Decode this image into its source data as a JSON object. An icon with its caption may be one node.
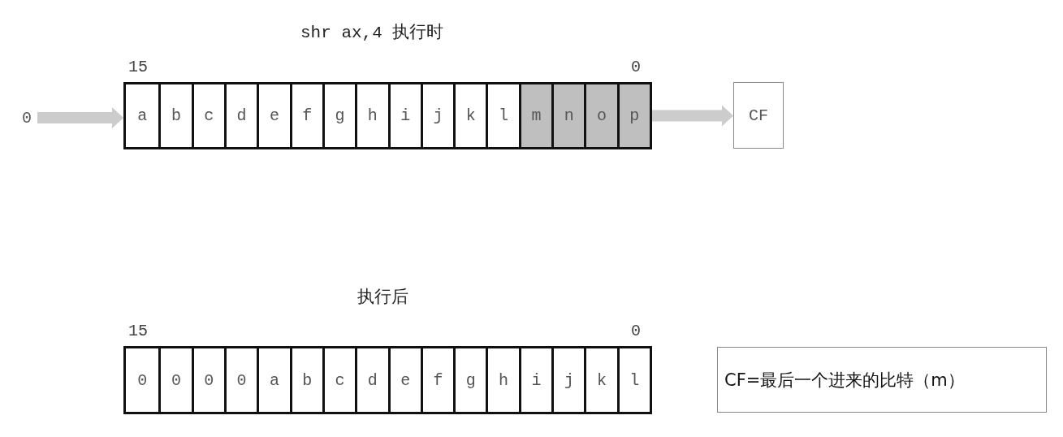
{
  "diagram": {
    "nodes": [
      {
        "text": [
          "0"
        ]
      },
      {
        "text": [],
        "shape": "bar",
        "beside": [
          "15",
          "0"
        ]
      },
      {
        "text": [
          "a"
        ],
        "in": 1
      },
      {
        "text": [
          "b"
        ],
        "in": 1
      },
      {
        "text": [
          "c"
        ],
        "in": 1
      },
      {
        "text": [
          "d"
        ],
        "in": 1
      },
      {
        "text": [
          "e"
        ],
        "in": 1
      },
      {
        "text": [
          "f"
        ],
        "in": 1
      },
      {
        "text": [
          "g"
        ],
        "in": 1
      },
      {
        "text": [
          "h"
        ],
        "in": 1
      },
      {
        "text": [
          "i"
        ],
        "in": 1
      },
      {
        "text": [
          "j"
        ],
        "in": 1
      },
      {
        "text": [
          "k"
        ],
        "in": 1
      },
      {
        "text": [
          "l"
        ],
        "in": 1
      },
      {
        "text": [
          "m"
        ],
        "in": 1
      },
      {
        "text": [
          "n"
        ],
        "in": 1
      },
      {
        "text": [
          "o"
        ],
        "in": 1
      },
      {
        "text": [
          "p"
        ],
        "in": 1
      },
      {
        "text": [
          "CF"
        ]
      },
      {
        "text": [],
        "shape": "bar",
        "beside": [
          "15",
          "0"
        ]
      },
      {
        "text": [
          "0"
        ],
        "in": 19
      },
      {
        "text": [
          "0"
        ],
        "in": 19
      },
      {
        "text": [
          "0"
        ],
        "in": 19
      },
      {
        "text": [
          "0"
        ],
        "in": 19
      },
      {
        "text": [
          "a"
        ],
        "in": 19
      },
      {
        "text": [
          "b"
        ],
        "in": 19
      },
      {
        "text": [
          "c"
        ],
        "in": 19
      },
      {
        "text": [
          "d"
        ],
        "in": 19
      },
      {
        "text": [
          "e"
        ],
        "in": 19
      },
      {
        "text": [
          "f"
        ],
        "in": 19
      },
      {
        "text": [
          "g"
        ],
        "in": 19
      },
      {
        "text": [
          "h"
        ],
        "in": 19
      },
      {
        "text": [
          "i"
        ],
        "in": 19
      },
      {
        "text": [
          "j"
        ],
        "in": 19
      },
      {
        "text": [
          "k"
        ],
        "in": 19
      },
      {
        "text": [
          "l"
        ],
        "in": 19
      },
      {
        "text": [
          "CF=最后一个进来的比特（m）"
        ]
      }
    ],
    "edges": [
      {
        "from": 0,
        "to": 1,
        "arrow": "to"
      },
      {
        "from": 1,
        "to": 18,
        "arrow": "to"
      }
    ],
    "labels": [
      "shr ax,4 执行时",
      "执行后"
    ]
  }
}
